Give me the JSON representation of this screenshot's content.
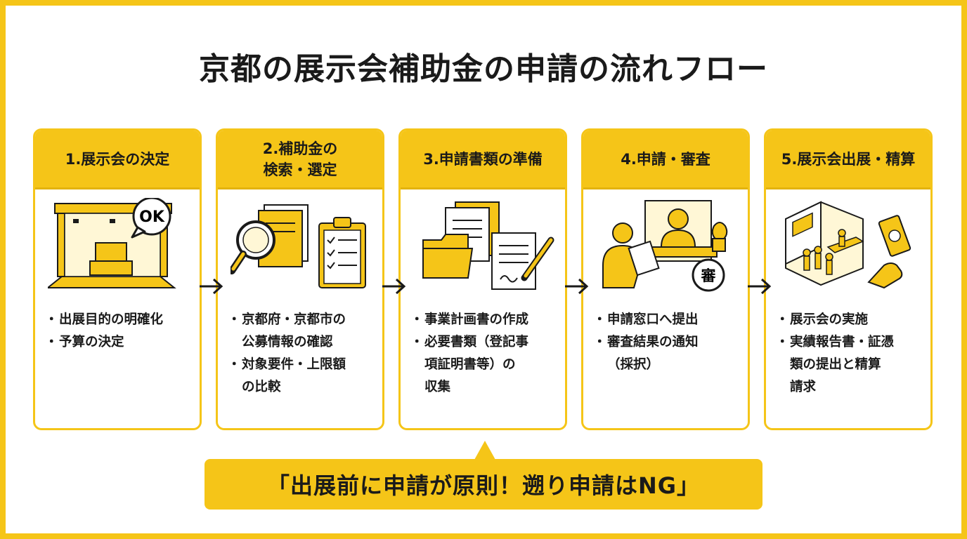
{
  "title": "京都の展示会補助金の申請の流れフロー",
  "colors": {
    "accent": "#f5c518",
    "text": "#1a1a1a",
    "background": "#ffffff"
  },
  "steps": [
    {
      "heading": [
        "1.展示会の決定"
      ],
      "icon": "trade-show-booth-ok-icon",
      "bullets": [
        [
          "出展目的の明確化"
        ],
        [
          "予算の決定"
        ]
      ]
    },
    {
      "heading": [
        "2.補助金の",
        "検索・選定"
      ],
      "icon": "magnifier-documents-checklist-icon",
      "bullets": [
        [
          "京都府・京都市の",
          "公募情報の確認"
        ],
        [
          "対象要件・上限額",
          "の比較"
        ]
      ]
    },
    {
      "heading": [
        "3.申請書類の準備"
      ],
      "icon": "folder-documents-pen-icon",
      "bullets": [
        [
          "事業計画書の作成"
        ],
        [
          "必要書類（登記事",
          "項証明書等）の",
          "収集"
        ]
      ]
    },
    {
      "heading": [
        "4.申請・審査"
      ],
      "icon": "application-counter-stamp-icon",
      "stamp_label": "審",
      "bullets": [
        [
          "申請窓口へ提出"
        ],
        [
          "審査結果の通知",
          "（採択）"
        ]
      ]
    },
    {
      "heading": [
        "5.展示会出展・精算"
      ],
      "icon": "exhibition-booth-money-icon",
      "bullets": [
        [
          "展示会の実施"
        ],
        [
          "実績報告書・証憑",
          "類の提出と精算",
          "請求"
        ]
      ]
    }
  ],
  "callout": "「出展前に申請が原則！遡り申請はNG」",
  "booth_badge": "OK"
}
